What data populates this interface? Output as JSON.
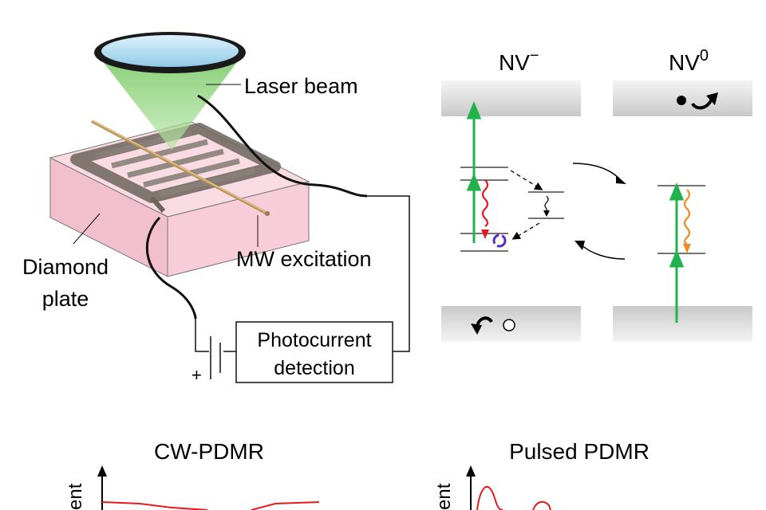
{
  "labels": {
    "laser_beam": "Laser beam",
    "mw_excitation": "MW excitation",
    "diamond_line1": "Diamond",
    "diamond_line2": "plate",
    "photocurrent_line1": "Photocurrent",
    "photocurrent_line2": "detection",
    "battery_plus": "+"
  },
  "energy_diagram": {
    "nv_minus_base": "NV",
    "nv_minus_sup": "−",
    "nv_zero_base": "NV",
    "nv_zero_sup": "0"
  },
  "bottom": {
    "cw_title": "CW-PDMR",
    "pulsed_title": "Pulsed PDMR",
    "y_axis_fragment": "ent"
  },
  "colors": {
    "green_arrow": "#22b24c",
    "red_decay": "#e8191e",
    "orange_decay": "#f08a24",
    "purple_cycle": "#5b2bc9",
    "band_gray": "#d9d9d9",
    "diamond_pink": "#f3c7d3",
    "electrode_gray": "#8a8079",
    "curve_red": "#e8191e"
  }
}
